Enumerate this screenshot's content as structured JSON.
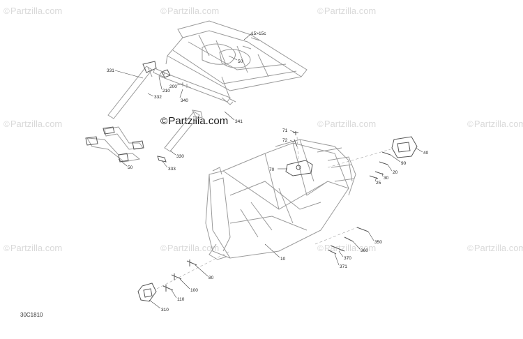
{
  "watermark_text": "Partzilla.com",
  "center_watermark": "Partzilla.com",
  "diagram_code": "30C1810",
  "callouts": {
    "c15": "15>15c",
    "c50a": "50",
    "c331": "331",
    "c210": "210",
    "c200": "200",
    "c332": "332",
    "c340": "340",
    "c341": "341",
    "c50b": "50",
    "c330": "330",
    "c333": "333",
    "c71": "71",
    "c72": "72",
    "c70": "70",
    "c40": "40",
    "c90": "90",
    "c20": "20",
    "c30": "30",
    "c25": "25",
    "c350": "350",
    "c360": "360",
    "c370": "370",
    "c371": "371",
    "c10": "10",
    "c80": "80",
    "c100": "100",
    "c110": "110",
    "c310": "310"
  }
}
